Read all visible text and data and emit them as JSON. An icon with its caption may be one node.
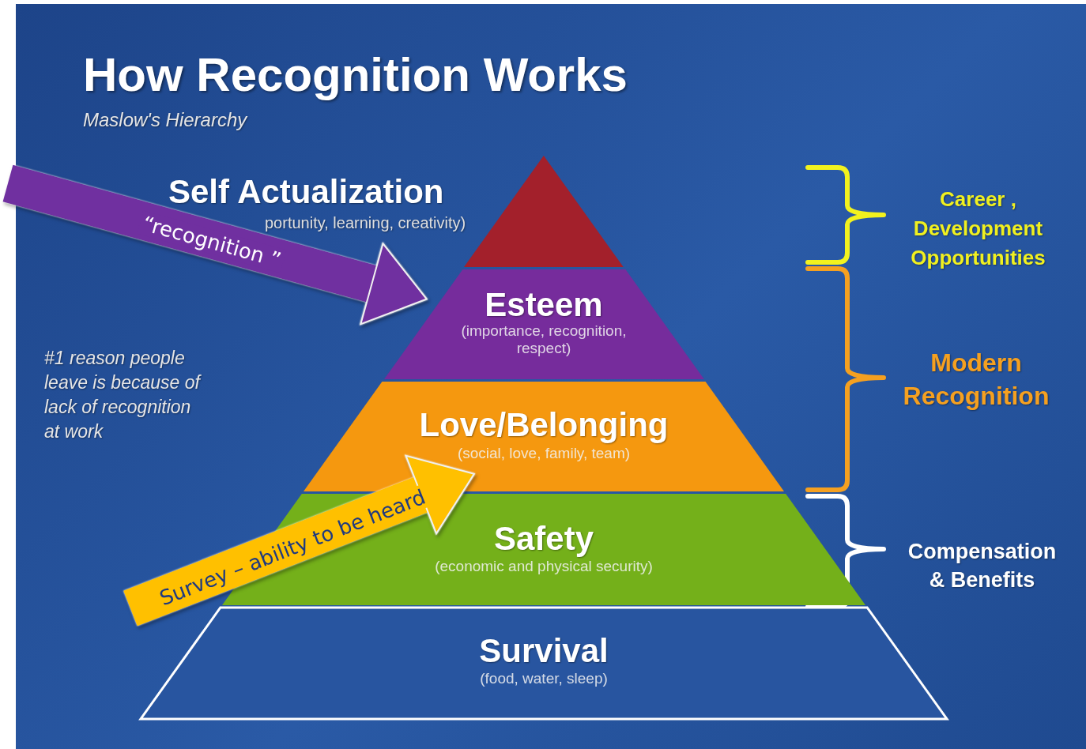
{
  "diagram": {
    "title": "How Recognition Works",
    "nodes": [
      {
        "text": [],
        "shape": "triangle"
      },
      {
        "text": [
          "Esteem",
          "(importance, recognition, respect)"
        ]
      },
      {
        "text": [
          "Love/Belonging",
          "(social, love, family, team)"
        ]
      },
      {
        "text": [
          "Safety",
          "(economic and physical security)"
        ]
      },
      {
        "text": [
          "Survival",
          "(food, water, sleep)"
        ]
      }
    ],
    "edges": [
      {
        "from": null,
        "to": 1,
        "arrow": "to",
        "label": "“recognition ”",
        "color": "#7030a0"
      },
      {
        "from": null,
        "to": 2,
        "arrow": "to",
        "label": "Survey – ability to be heard",
        "color": "#ffc000"
      }
    ],
    "labels": [
      "Maslow's Hierarchy",
      "Self Actualization",
      "portunity, learning, creativity)",
      "#1 reason people leave is because of lack of recognition at work",
      "Career , Development Opportunities",
      "Modern Recognition",
      "Compensation & Benefits"
    ]
  }
}
